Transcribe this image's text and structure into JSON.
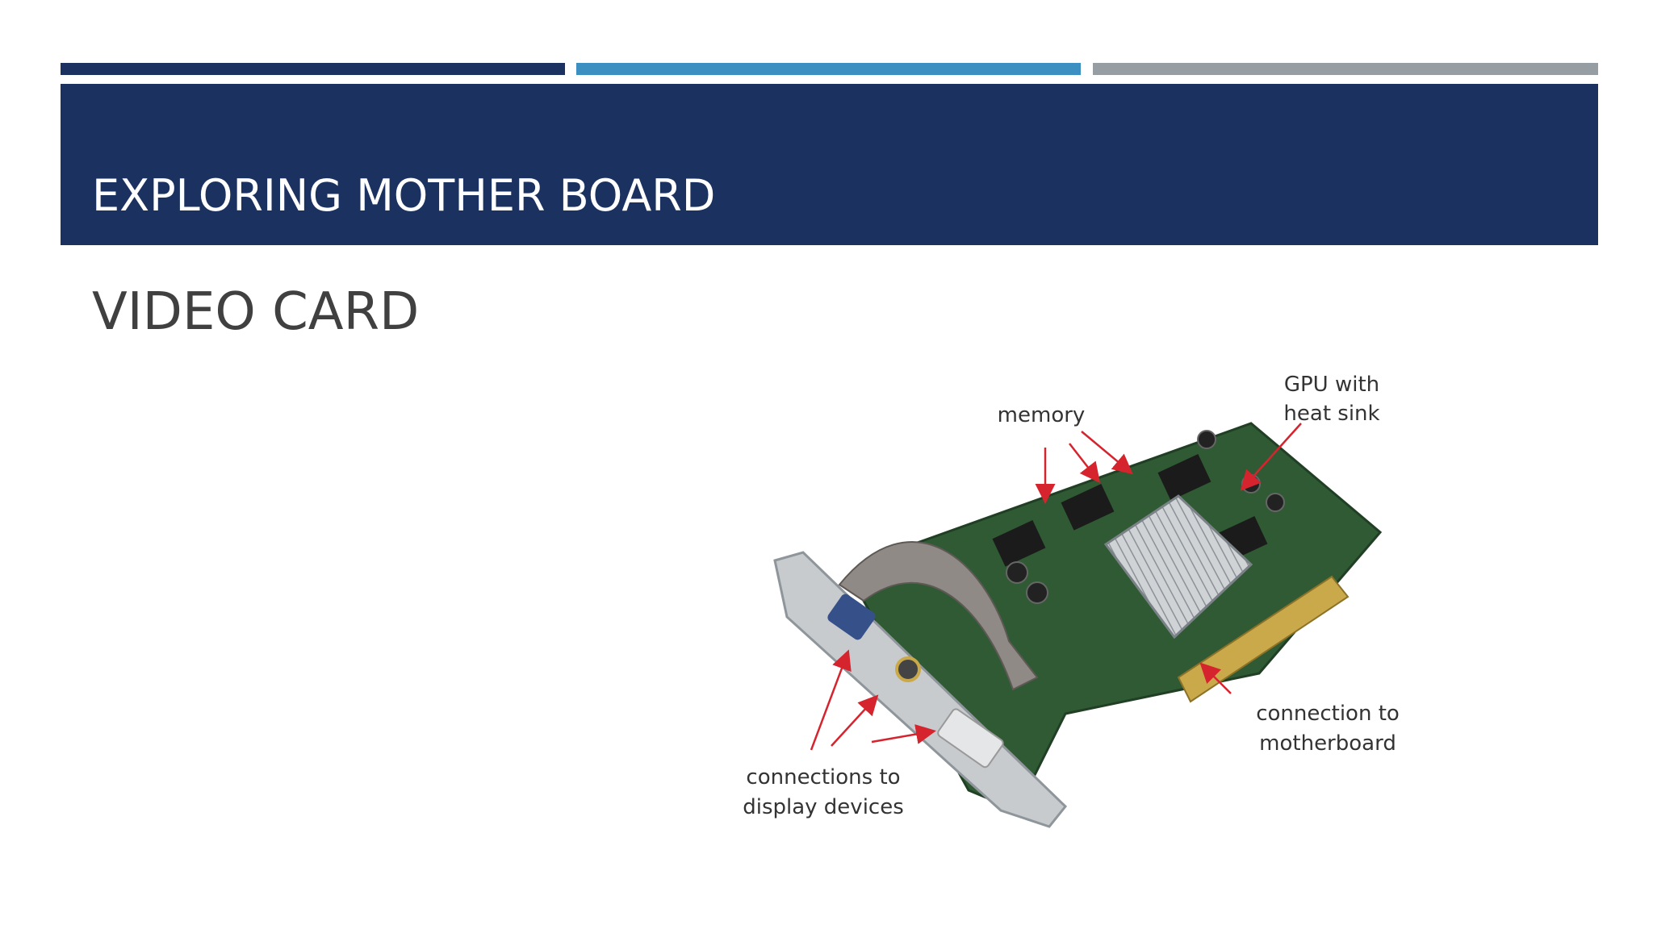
{
  "slide": {
    "title": "EXPLORING MOTHER BOARD",
    "subtitle": "VIDEO CARD"
  },
  "figure": {
    "labels": {
      "memory": "memory",
      "gpu_line1": "GPU with",
      "gpu_line2": "heat sink",
      "motherboard_line1": "connection to",
      "motherboard_line2": "motherboard",
      "display_line1": "connections to",
      "display_line2": "display devices"
    }
  },
  "colors": {
    "bar_dark": "#1b3160",
    "bar_mid": "#3b8fc1",
    "bar_gray": "#969ea4",
    "title_band": "#1b3160",
    "pcb_green": "#2f5a33",
    "arrow_red": "#d6242e"
  }
}
